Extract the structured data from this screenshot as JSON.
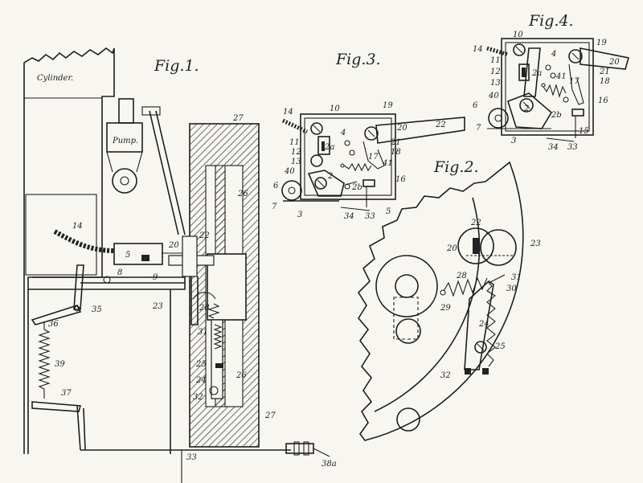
{
  "figures": [
    {
      "id": "fig1",
      "title": "Fig.1."
    },
    {
      "id": "fig2",
      "title": "Fig.2."
    },
    {
      "id": "fig3",
      "title": "Fig.3."
    },
    {
      "id": "fig4",
      "title": "Fig.4."
    }
  ],
  "fig1": {
    "cylinder_label": "Cylinder.",
    "pump_label": "Pump.",
    "numbers": [
      "27",
      "26",
      "14",
      "20",
      "22",
      "5",
      "8",
      "9",
      "35",
      "23",
      "28",
      "31",
      "36",
      "39",
      "25",
      "26",
      "24",
      "32",
      "27",
      "37",
      "33",
      "38a"
    ]
  },
  "fig2": {
    "numbers": [
      "22",
      "20",
      "23",
      "28",
      "31",
      "30",
      "29",
      "24",
      "25",
      "32"
    ]
  },
  "fig3": {
    "numbers": [
      "14",
      "10",
      "19",
      "22",
      "4",
      "20",
      "11",
      "12",
      "21",
      "18",
      "2a",
      "13",
      "17",
      "40",
      "41",
      "6",
      "2",
      "16",
      "2b",
      "7",
      "3",
      "34",
      "33",
      "5"
    ]
  },
  "fig4": {
    "numbers": [
      "10",
      "14",
      "4",
      "19",
      "20",
      "11",
      "12",
      "2a",
      "21",
      "18",
      "13",
      "41",
      "17",
      "40",
      "16",
      "6",
      "2",
      "2b",
      "7",
      "15",
      "3",
      "34",
      "33"
    ]
  }
}
